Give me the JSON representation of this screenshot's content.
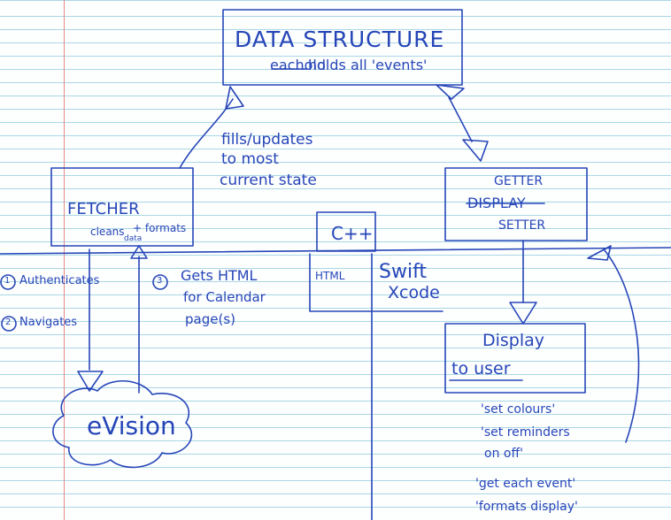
{
  "colors": {
    "ink": "#2646b8",
    "rule": "#a9d7e6",
    "margin": "#e58a8a",
    "paper": "#fdfefe"
  },
  "data_structure": {
    "title": "DATA STRUCTURE",
    "note_struck": "eachold",
    "note": "holds all 'events'"
  },
  "fetcher": {
    "title": "FETCHER",
    "note_left": "cleans",
    "note_right": "+ formats",
    "note_small": "data"
  },
  "fills_note": [
    "fills/updates",
    "to most",
    "current state"
  ],
  "getter_box": {
    "line1": "GETTER",
    "line2_struck": "DISPLAY",
    "line3": "SETTER"
  },
  "lang_cpp": "C++",
  "lang_html": "HTML",
  "lang_swift": [
    "Swift",
    "Xcode"
  ],
  "steps": [
    {
      "num": "1",
      "text": "Authenticates"
    },
    {
      "num": "2",
      "text": "Navigates"
    }
  ],
  "step3": {
    "num": "3",
    "lines": [
      "Gets HTML",
      "for Calendar",
      "page(s)"
    ]
  },
  "evision": "eVision",
  "display_box": [
    "Display",
    "to user"
  ],
  "display_notes": [
    "'set colours'",
    "'set reminders",
    "on off'",
    "'get each event'",
    "'formats display'"
  ]
}
